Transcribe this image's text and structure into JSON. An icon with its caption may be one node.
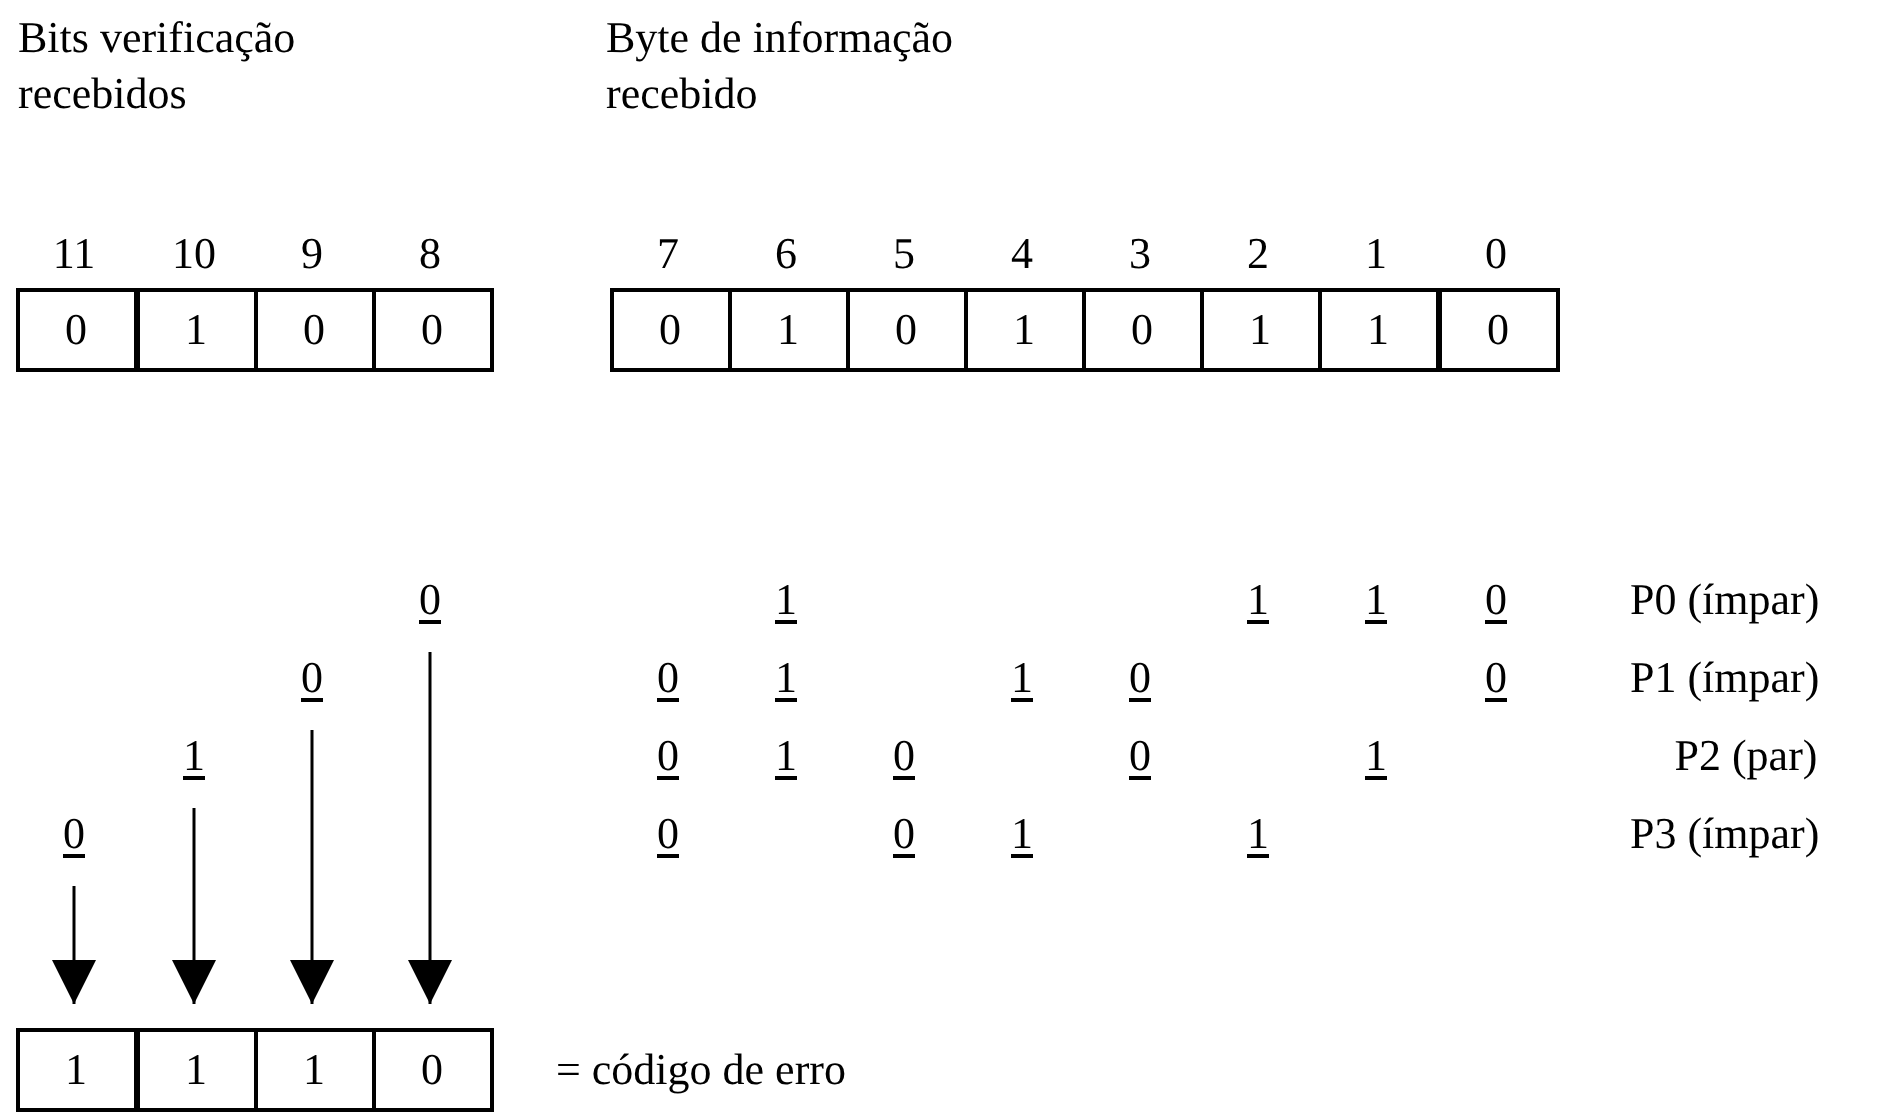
{
  "diagram": {
    "nodes": [
      {
        "text": [
          "0"
        ]
      },
      {
        "text": [
          "1"
        ]
      },
      {
        "text": [
          "0"
        ]
      },
      {
        "text": [
          "0"
        ]
      },
      {
        "text": [
          "0"
        ]
      },
      {
        "text": [
          "1"
        ]
      },
      {
        "text": [
          "0"
        ]
      },
      {
        "text": [
          "1"
        ]
      },
      {
        "text": [
          "0"
        ]
      },
      {
        "text": [
          "1"
        ]
      },
      {
        "text": [
          "1"
        ]
      },
      {
        "text": [
          "0"
        ]
      },
      {
        "text": [
          "0"
        ]
      },
      {
        "text": [
          "0"
        ]
      },
      {
        "text": [
          "1"
        ]
      },
      {
        "text": [
          "0"
        ]
      },
      {
        "text": [
          "1"
        ]
      },
      {
        "text": [
          "1"
        ]
      },
      {
        "text": [
          "1"
        ]
      },
      {
        "text": [
          "0"
        ]
      }
    ],
    "edges": [
      {
        "from": 15,
        "to": 16,
        "arrow": "to"
      },
      {
        "from": 14,
        "to": 17,
        "arrow": "to"
      },
      {
        "from": 13,
        "to": 18,
        "arrow": "to"
      },
      {
        "from": 12,
        "to": 19,
        "arrow": "to"
      }
    ],
    "labels": [
      "Bits verificação recebidos",
      "Byte de informação recebido",
      "11",
      "10",
      "9",
      "8",
      "7",
      "6",
      "5",
      "4",
      "3",
      "2",
      "1",
      "0",
      "1",
      "1",
      "1",
      "0",
      "P0 (ímpar)",
      "0",
      "1",
      "1",
      "0",
      "0",
      "P1 (ímpar)",
      "0",
      "1",
      "0",
      "0",
      "1",
      "P2 (par)",
      "0",
      "0",
      "1",
      "1",
      "P3 (ímpar)",
      "= código de erro"
    ]
  }
}
